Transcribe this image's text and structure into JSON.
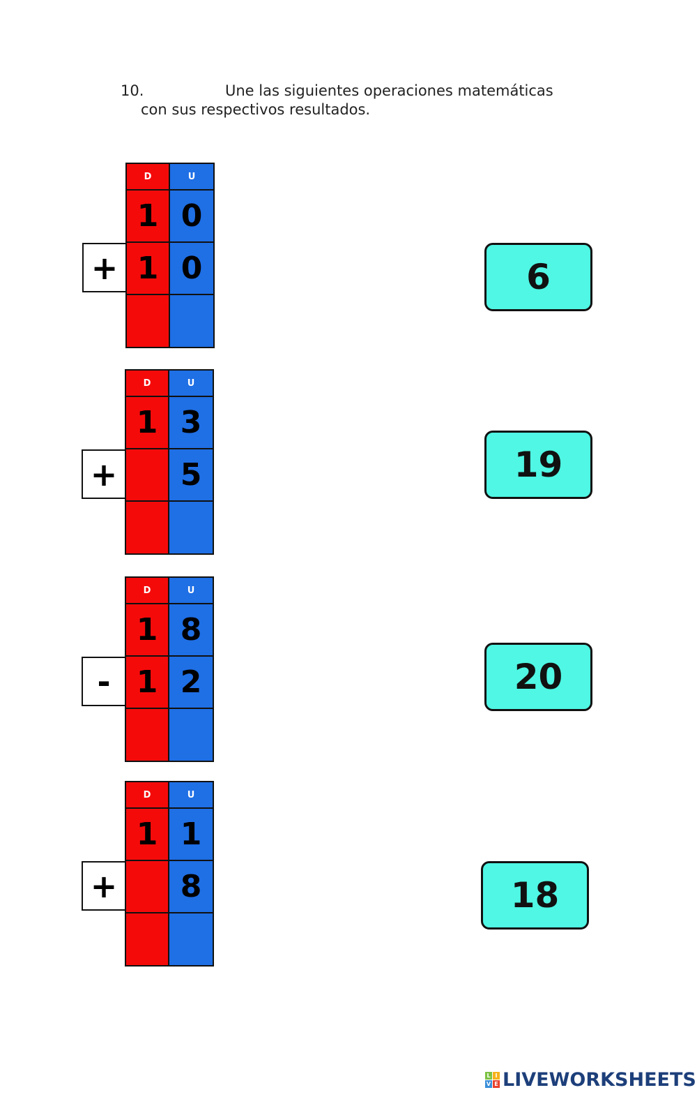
{
  "instruction": {
    "number": "10.",
    "line1": "Une las siguientes operaciones matemáticas",
    "line2": "con sus respectivos resultados."
  },
  "column_headers": {
    "tens": "D",
    "units": "U"
  },
  "colors": {
    "tens": "#f50a0a",
    "units": "#1f6fe5",
    "answer_box": "#4ff7e4"
  },
  "problems": [
    {
      "operator": "+",
      "top": {
        "d": "1",
        "u": "0"
      },
      "bottom": {
        "d": "1",
        "u": "0"
      },
      "result": {
        "d": "",
        "u": ""
      }
    },
    {
      "operator": "+",
      "top": {
        "d": "1",
        "u": "3"
      },
      "bottom": {
        "d": "",
        "u": "5"
      },
      "result": {
        "d": "",
        "u": ""
      }
    },
    {
      "operator": "-",
      "top": {
        "d": "1",
        "u": "8"
      },
      "bottom": {
        "d": "1",
        "u": "2"
      },
      "result": {
        "d": "",
        "u": ""
      }
    },
    {
      "operator": "+",
      "top": {
        "d": "1",
        "u": "1"
      },
      "bottom": {
        "d": "",
        "u": "8"
      },
      "result": {
        "d": "",
        "u": ""
      }
    }
  ],
  "answers": [
    "6",
    "19",
    "20",
    "18"
  ],
  "logo": {
    "mark_letters": [
      "L",
      "I",
      "V",
      "E"
    ],
    "text": "LIVEWORKSHEETS"
  }
}
